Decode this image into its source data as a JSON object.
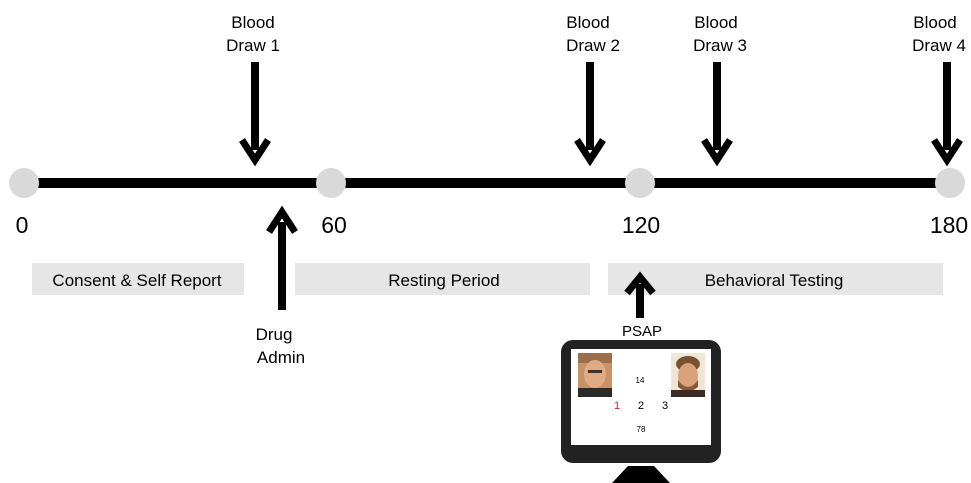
{
  "timeline": {
    "ticks": [
      "0",
      "60",
      "120",
      "180"
    ],
    "blood_draws": [
      {
        "line1": "Blood",
        "line2": "Draw 1"
      },
      {
        "line1": "Blood",
        "line2": "Draw 2"
      },
      {
        "line1": "Blood",
        "line2": "Draw 3"
      },
      {
        "line1": "Blood",
        "line2": "Draw 4"
      }
    ],
    "drug_admin": {
      "line1": "Drug",
      "line2": "Admin"
    },
    "phases": [
      "Consent & Self Report",
      "Resting Period",
      "Behavioral Testing"
    ],
    "psap_label": "PSAP"
  },
  "monitor": {
    "top_number": "14",
    "option_1": "1",
    "option_2": "2",
    "option_3": "3",
    "bottom_number": "78"
  },
  "colors": {
    "line": "#000000",
    "node": "#d9d9d9",
    "phase_box": "#e6e6e6",
    "highlight": "#e02020"
  }
}
